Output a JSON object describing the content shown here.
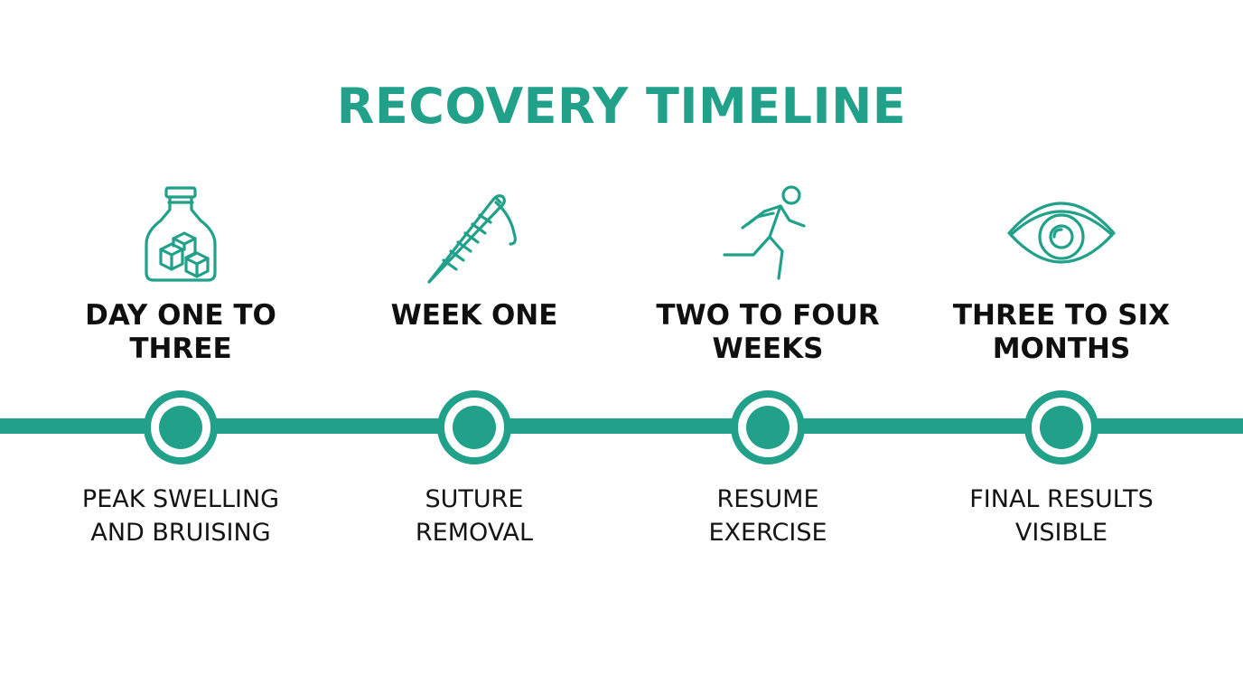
{
  "title": "RECOVERY TIMELINE",
  "colors": {
    "accent": "#21a08a",
    "text": "#111111",
    "background": "#ffffff"
  },
  "stages": [
    {
      "icon": "ice-jar-icon",
      "title": "DAY ONE TO\nTHREE",
      "description": "PEAK SWELLING\nAND BRUISING"
    },
    {
      "icon": "suture-needle-icon",
      "title": "WEEK ONE",
      "description": "SUTURE\nREMOVAL"
    },
    {
      "icon": "running-person-icon",
      "title": "TWO TO FOUR\nWEEKS",
      "description": "RESUME\nEXERCISE"
    },
    {
      "icon": "eye-icon",
      "title": "THREE TO SIX\nMONTHS",
      "description": "FINAL RESULTS\nVISIBLE"
    }
  ]
}
